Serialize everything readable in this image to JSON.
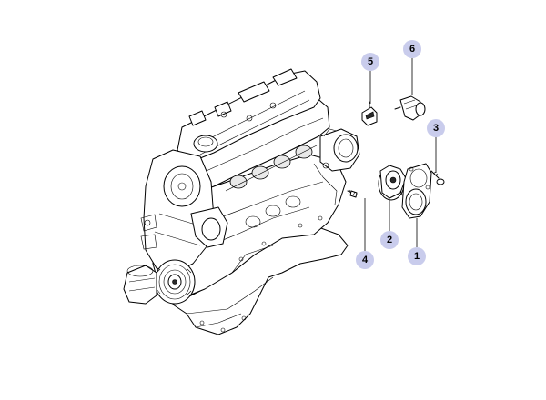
{
  "callouts": [
    {
      "label": "1"
    },
    {
      "label": "2"
    },
    {
      "label": "3"
    },
    {
      "label": "4"
    },
    {
      "label": "5"
    },
    {
      "label": "6"
    }
  ],
  "colors": {
    "callout_fill": "#c9ccec",
    "line": "#000000"
  }
}
